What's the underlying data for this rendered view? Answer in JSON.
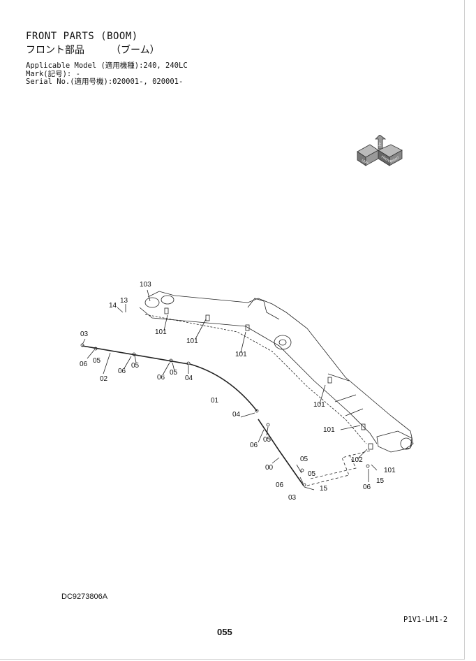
{
  "header": {
    "title_en": "FRONT PARTS (BOOM)",
    "title_jp": "フロント部品",
    "title_jp_sub": "（ブーム）"
  },
  "meta": {
    "applicable_model": "Applicable Model (適用機種):240, 240LC",
    "mark": "Mark(記号): -",
    "serial_no": "Serial No.(適用号機):020001-, 020001-"
  },
  "compass": {
    "top": "上",
    "labels": [
      "LEFT",
      "FRONT",
      "RIGHT"
    ]
  },
  "callouts": [
    {
      "id": "c103",
      "text": "103"
    },
    {
      "id": "c14",
      "text": "14"
    },
    {
      "id": "c13",
      "text": "13"
    },
    {
      "id": "c101a",
      "text": "101"
    },
    {
      "id": "c101b",
      "text": "101"
    },
    {
      "id": "c101c",
      "text": "101"
    },
    {
      "id": "c101d",
      "text": "101"
    },
    {
      "id": "c101e",
      "text": "101"
    },
    {
      "id": "c101f",
      "text": "101"
    },
    {
      "id": "c102",
      "text": "102"
    },
    {
      "id": "c03a",
      "text": "03"
    },
    {
      "id": "c03b",
      "text": "03"
    },
    {
      "id": "c06a",
      "text": "06"
    },
    {
      "id": "c06b",
      "text": "06"
    },
    {
      "id": "c06c",
      "text": "06"
    },
    {
      "id": "c06d",
      "text": "06"
    },
    {
      "id": "c06e",
      "text": "06"
    },
    {
      "id": "c06f",
      "text": "06"
    },
    {
      "id": "c05a",
      "text": "05"
    },
    {
      "id": "c05b",
      "text": "05"
    },
    {
      "id": "c05c",
      "text": "05"
    },
    {
      "id": "c05d",
      "text": "05"
    },
    {
      "id": "c05e",
      "text": "05"
    },
    {
      "id": "c05f",
      "text": "05"
    },
    {
      "id": "c02",
      "text": "02"
    },
    {
      "id": "c04a",
      "text": "04"
    },
    {
      "id": "c04b",
      "text": "04"
    },
    {
      "id": "c01",
      "text": "01"
    },
    {
      "id": "c00",
      "text": "00"
    },
    {
      "id": "c15a",
      "text": "15"
    },
    {
      "id": "c15b",
      "text": "15"
    }
  ],
  "footer": {
    "doc_code": "DC9273806A",
    "ref_code": "P1V1-LM1-2",
    "page_number": "055"
  }
}
